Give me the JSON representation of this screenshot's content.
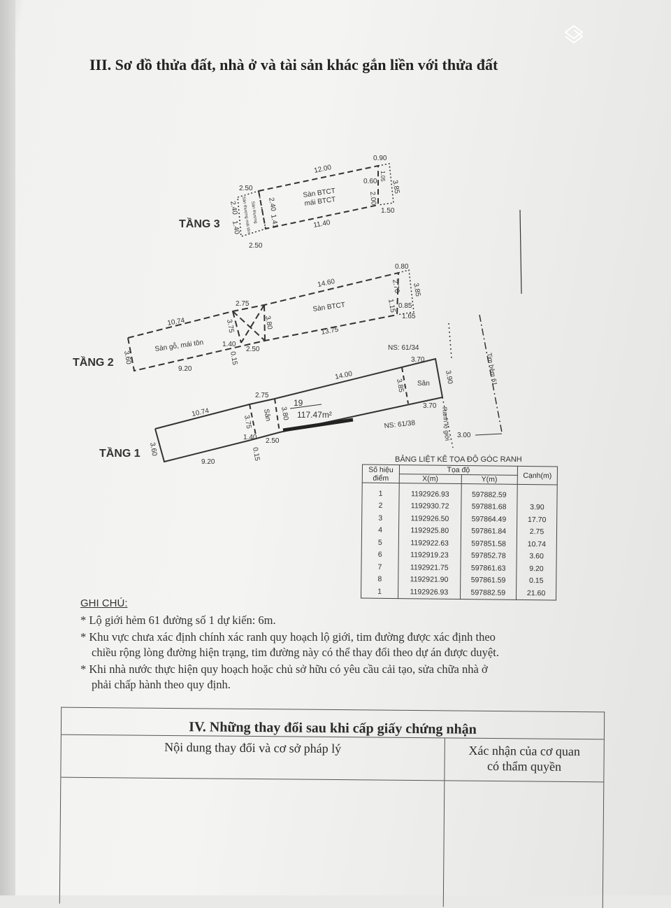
{
  "section3": {
    "title": "III. Sơ đồ thửa đất, nhà ở và tài sản khác gắn liền với thửa đất",
    "floor3": {
      "label": "TẦNG 3",
      "dims": [
        "12.00",
        "0.90",
        "1.05",
        "3.85",
        "0.60",
        "2.00",
        "1.50",
        "11.40",
        "2.50",
        "2.40",
        "1.41",
        "2.40",
        "1.40",
        "2.50"
      ],
      "area_labels": [
        "Sàn BTCT",
        "mái BTCT",
        "Sân thượng mái tôn",
        "Sân thượng"
      ]
    },
    "floor2": {
      "label": "TẦNG 2",
      "dims": [
        "14.60",
        "0.80",
        "2.70",
        "3.85",
        "1.15",
        "0.85",
        "1.65",
        "13.75",
        "2.75",
        "10.74",
        "3.75",
        "3.80",
        "1.40",
        "2.50",
        "0.15",
        "3.60",
        "9.20"
      ],
      "area_labels": [
        "Sàn BTCT",
        "Sàn gỗ, mái tôn"
      ],
      "neighbor": "NS: 61/34"
    },
    "floor1": {
      "label": "TẦNG 1",
      "dims": [
        "3.70",
        "14.00",
        "3.90",
        "3.85",
        "3.70",
        "2.75",
        "10.74",
        "3.75",
        "3.80",
        "1.40",
        "2.50",
        "0.15",
        "3.60",
        "9.20",
        "3.00"
      ],
      "area_labels": [
        "Sân",
        "Sân"
      ],
      "parcel_no": "19",
      "parcel_area": "117.47m²",
      "neighbor": "NS: 61/38",
      "road_center": "Tim hẻm 61",
      "road_boundary": "Ranh lộ giới"
    },
    "table": {
      "title": "BẢNG LIỆT KÊ TỌA ĐỘ GÓC RANH",
      "headers": {
        "point": "Số hiệu điểm",
        "coords": "Tọa độ",
        "x": "X(m)",
        "y": "Y(m)",
        "edge": "Cạnh(m)"
      },
      "rows": [
        {
          "p": "1",
          "x": "1192926.93",
          "y": "597882.59",
          "e": ""
        },
        {
          "p": "2",
          "x": "1192930.72",
          "y": "597881.68",
          "e": "3.90"
        },
        {
          "p": "3",
          "x": "1192926.50",
          "y": "597864.49",
          "e": "17.70"
        },
        {
          "p": "4",
          "x": "1192925.80",
          "y": "597861.84",
          "e": "2.75"
        },
        {
          "p": "5",
          "x": "1192922.63",
          "y": "597851.58",
          "e": "10.74"
        },
        {
          "p": "6",
          "x": "1192919.23",
          "y": "597852.78",
          "e": "3.60"
        },
        {
          "p": "7",
          "x": "1192921.75",
          "y": "597861.63",
          "e": "9.20"
        },
        {
          "p": "8",
          "x": "1192921.90",
          "y": "597861.59",
          "e": "0.15"
        },
        {
          "p": "1",
          "x": "1192926.93",
          "y": "597882.59",
          "e": "21.60"
        }
      ]
    },
    "notes": {
      "heading": "GHI CHÚ:",
      "items": [
        "* Lộ giới hẻm 61 đường số 1 dự kiến: 6m.",
        "* Khu vực chưa xác định chính xác ranh quy hoạch lộ giới, tim  đường được xác định theo",
        "chiều rộng lòng đường hiện trạng, tim đường này có thể thay đổi theo dự án được duyệt.",
        "* Khi nhà nước thực hiện quy hoạch hoặc chủ sở hữu có yêu cầu cải tạo, sửa chữa nhà ở",
        "phải chấp hành theo quy  định."
      ]
    }
  },
  "section4": {
    "title": "IV. Những thay đổi sau khi cấp giấy chứng nhận",
    "col1": "Nội dung thay đổi và cơ sở pháp lý",
    "col2_line1": "Xác nhận của cơ quan",
    "col2_line2": "có thẩm quyền"
  }
}
